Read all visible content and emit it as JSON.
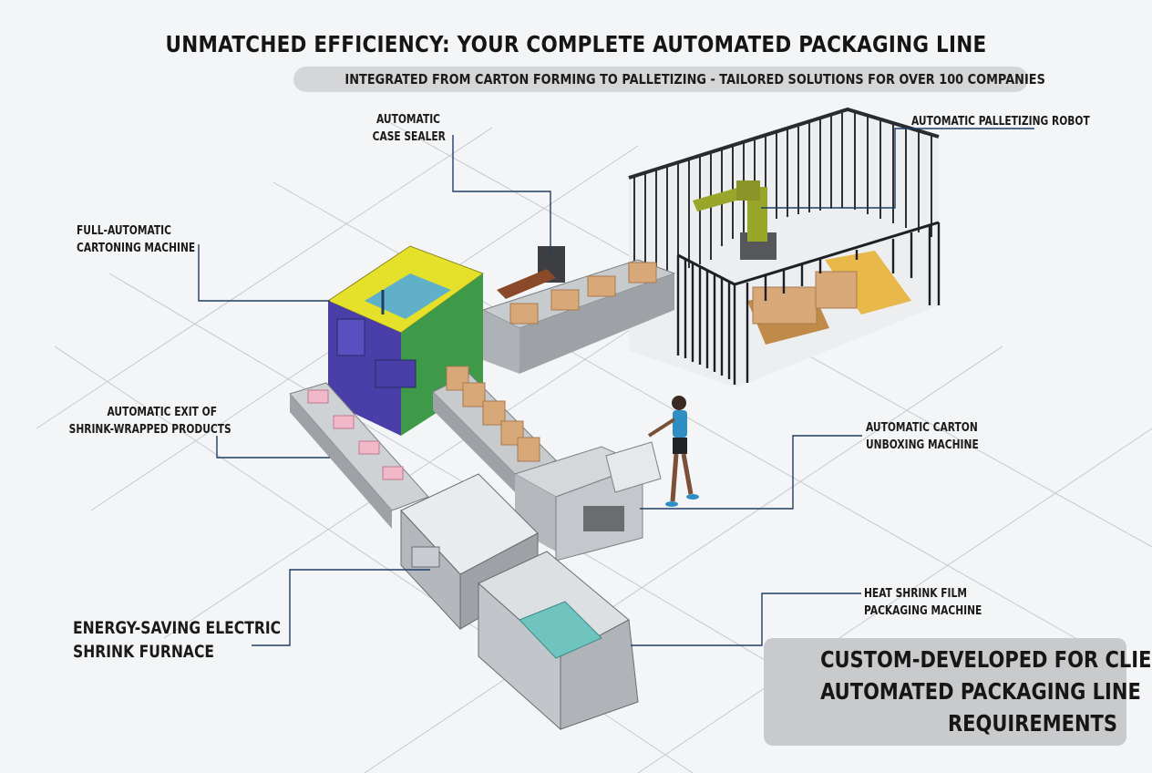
{
  "header": {
    "title": "UNMATCHED EFFICIENCY: YOUR COMPLETE AUTOMATED PACKAGING LINE",
    "subtitle": "INTEGRATED FROM CARTON FORMING TO PALLETIZING - TAILORED SOLUTIONS FOR OVER 100 COMPANIES"
  },
  "labels": {
    "case_sealer": [
      "AUTOMATIC",
      "CASE SEALER"
    ],
    "palletizing_robot": [
      "AUTOMATIC PALLETIZING ROBOT"
    ],
    "cartoning_machine": [
      "FULL-AUTOMATIC",
      "CARTONING MACHINE"
    ],
    "exit_shrink": [
      "AUTOMATIC EXIT OF",
      "SHRINK-WRAPPED PRODUCTS"
    ],
    "unboxing_machine": [
      "AUTOMATIC CARTON",
      "UNBOXING MACHINE"
    ],
    "shrink_furnace": [
      "ENERGY-SAVING ELECTRIC",
      "SHRINK FURNACE"
    ],
    "heat_shrink": [
      "HEAT SHRINK FILM",
      "PACKAGING MACHINE"
    ]
  },
  "callout": {
    "lines": [
      "CUSTOM-DEVELOPED FOR CLIENT'S",
      "AUTOMATED PACKAGING LINE",
      "REQUIREMENTS"
    ]
  },
  "colors": {
    "leader_line": "#1f3f66",
    "cartoner_top": "#e5e12b",
    "cartoner_side": "#4a3ea8",
    "cartoner_green": "#3e9a48",
    "robot": "#9aa62a",
    "carton": "#d9a878",
    "pallet": "#e8b84a",
    "product_pink": "#f0b8c8",
    "person_shirt": "#2f8fc4"
  }
}
